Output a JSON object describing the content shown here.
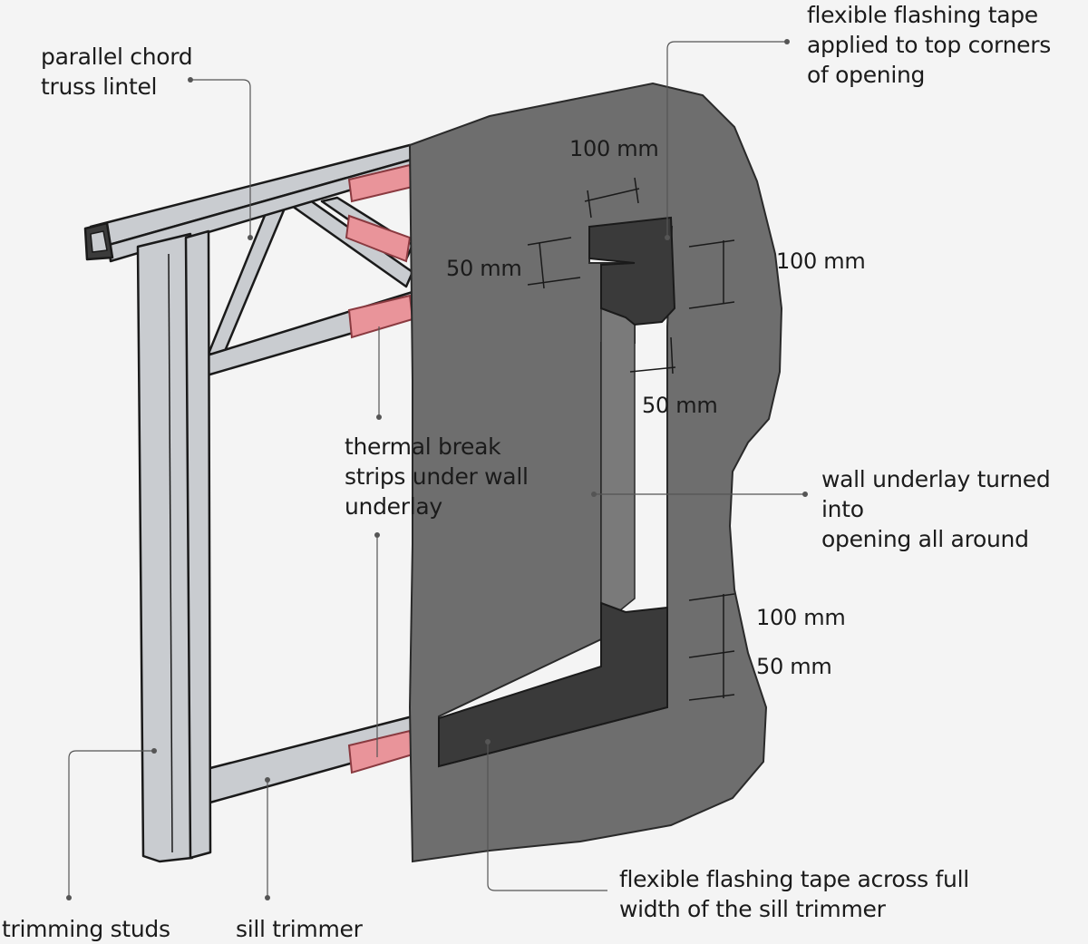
{
  "labels": {
    "truss_lintel": "parallel chord\ntruss lintel",
    "flashing_top": "flexible flashing tape\napplied to top corners\nof opening",
    "thermal_break": "thermal break\nstrips under wall\nunderlay",
    "wall_underlay": "wall underlay turned into\nopening all around",
    "flashing_sill": "flexible flashing tape across full\nwidth of the sill trimmer",
    "trimming_studs": "trimming studs",
    "sill_trimmer": "sill trimmer"
  },
  "dimensions": {
    "top_horizontal": "100 mm",
    "top_left": "50 mm",
    "right_upper": "100 mm",
    "under_corner": "50 mm",
    "right_lower_1": "100 mm",
    "right_lower_2": "50 mm"
  },
  "colors": {
    "background": "#f4f4f4",
    "timber": "#c9ccd0",
    "underlay": "#6e6e6e",
    "flashing_tape": "#3a3a3a",
    "thermal_break": "#e9949a",
    "ink": "#1b1b1b"
  }
}
